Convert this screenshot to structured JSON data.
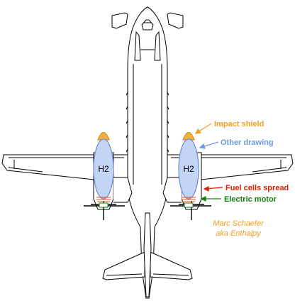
{
  "tank_left_label": "H2",
  "tank_right_label": "H2",
  "labels": {
    "impact_shield": "Impact shield",
    "other_drawing": "Other drawing",
    "fuel_cells": "Fuel cells spread",
    "electric_motor": "Electric motor"
  },
  "credit": {
    "line1": "Marc Schaefer",
    "line2": "aka Enthalpy"
  },
  "colors": {
    "impact_shield": "#f0a020",
    "other_drawing": "#6a9ae0",
    "fuel_cells": "#e02000",
    "electric_motor": "#108010",
    "credit": "#f0a020",
    "tank_fill": "#c4d4f4",
    "tank_stroke": "#6a8ad8"
  }
}
